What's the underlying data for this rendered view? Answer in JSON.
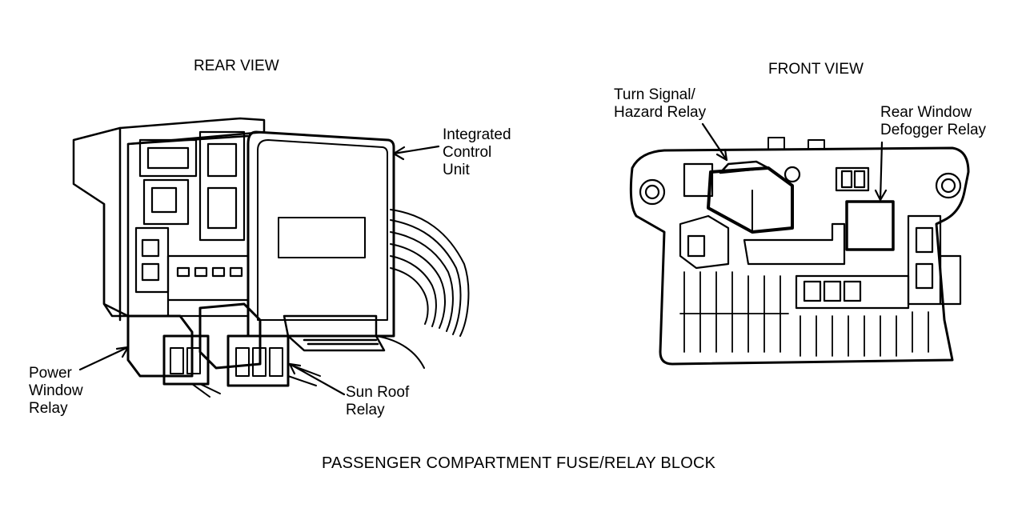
{
  "rear_view": {
    "heading": "REAR VIEW",
    "labels": {
      "integrated_control_unit": "Integrated\nControl\nUnit",
      "power_window_relay": "Power\nWindow\nRelay",
      "sun_roof_relay": "Sun Roof\nRelay"
    }
  },
  "front_view": {
    "heading": "FRONT VIEW",
    "labels": {
      "turn_signal_hazard_relay": "Turn Signal/\nHazard Relay",
      "rear_window_defogger_relay": "Rear Window\nDefogger Relay"
    }
  },
  "caption": "PASSENGER COMPARTMENT FUSE/RELAY BLOCK"
}
